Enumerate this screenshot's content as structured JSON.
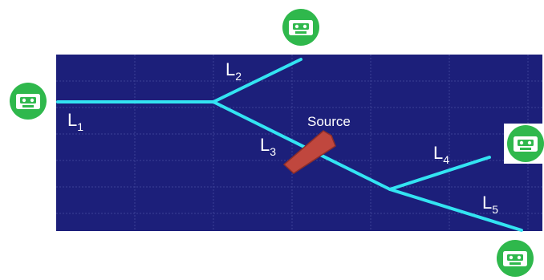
{
  "diagram": {
    "panel_color": "#1c1f7a",
    "grid_color": "#3c4196",
    "pipe_color": "#33e4f2",
    "source_color": "#c0473e",
    "sensor_color": "#2fb84c",
    "segments": [
      {
        "name": "L",
        "sub": "1"
      },
      {
        "name": "L",
        "sub": "2"
      },
      {
        "name": "L",
        "sub": "3"
      },
      {
        "name": "L",
        "sub": "4"
      },
      {
        "name": "L",
        "sub": "5"
      }
    ],
    "source_label": "Source",
    "sensor_icon": "cassette-tape-icon"
  }
}
